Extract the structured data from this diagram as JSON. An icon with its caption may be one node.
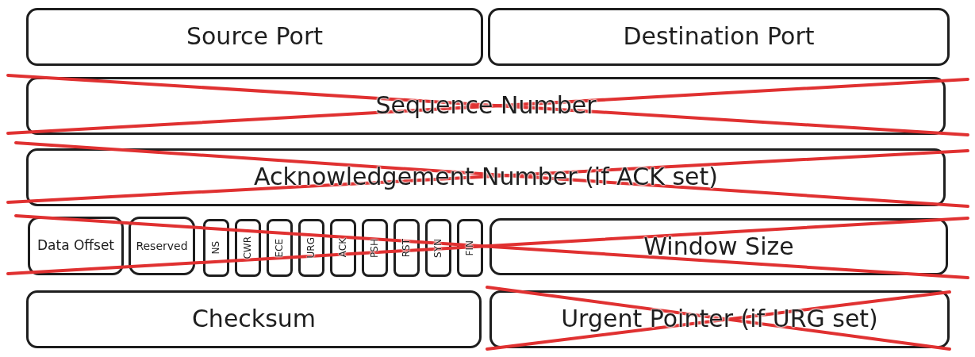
{
  "diagram": {
    "nodes": [
      {
        "text": [
          "Source Port"
        ]
      },
      {
        "text": [
          "Destination Port"
        ]
      },
      {
        "text": [
          "Sequence Number"
        ]
      },
      {
        "text": [
          "Acknowledgement Number (if ACK set)"
        ]
      },
      {
        "text": [
          "Data Offset"
        ]
      },
      {
        "text": [
          "Reserved"
        ]
      },
      {
        "text": [
          "NS"
        ]
      },
      {
        "text": [
          "CWR"
        ]
      },
      {
        "text": [
          "ECE"
        ]
      },
      {
        "text": [
          "URG"
        ]
      },
      {
        "text": [
          "ACK"
        ]
      },
      {
        "text": [
          "PSH"
        ]
      },
      {
        "text": [
          "RST"
        ]
      },
      {
        "text": [
          "SYN"
        ]
      },
      {
        "text": [
          "FIN"
        ]
      },
      {
        "text": [
          "Window Size"
        ]
      },
      {
        "text": [
          "Checksum"
        ]
      },
      {
        "text": [
          "Urgent Pointer (if URG set)"
        ]
      }
    ]
  }
}
